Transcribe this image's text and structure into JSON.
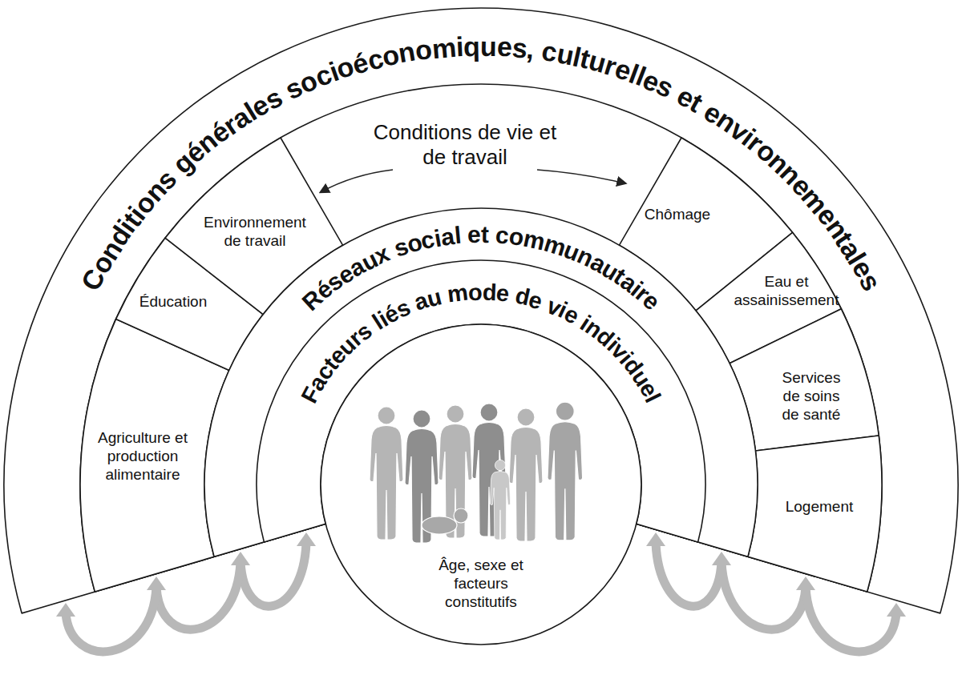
{
  "diagram": {
    "nodes": [
      {
        "text": [
          "Conditions générales socioéconomiques, culturelles et environnementales"
        ]
      },
      {
        "text": [
          "Conditions de vie et de travail"
        ],
        "in": 0
      },
      {
        "text": [
          "Agriculture et production alimentaire"
        ],
        "in": 1
      },
      {
        "text": [
          "Éducation"
        ],
        "in": 1
      },
      {
        "text": [
          "Environnement de travail"
        ],
        "in": 1
      },
      {
        "text": [
          "Chômage"
        ],
        "in": 1
      },
      {
        "text": [
          "Eau et assainissement"
        ],
        "in": 1
      },
      {
        "text": [
          "Services de soins de santé"
        ],
        "in": 1
      },
      {
        "text": [
          "Logement"
        ],
        "in": 1
      },
      {
        "text": [
          "Réseaux social et communautaire"
        ],
        "in": 1
      },
      {
        "text": [
          "Facteurs liés au mode de vie individuel"
        ],
        "in": 9
      },
      {
        "text": [
          "Âge, sexe et facteurs constitutifs"
        ],
        "in": 10
      }
    ]
  }
}
